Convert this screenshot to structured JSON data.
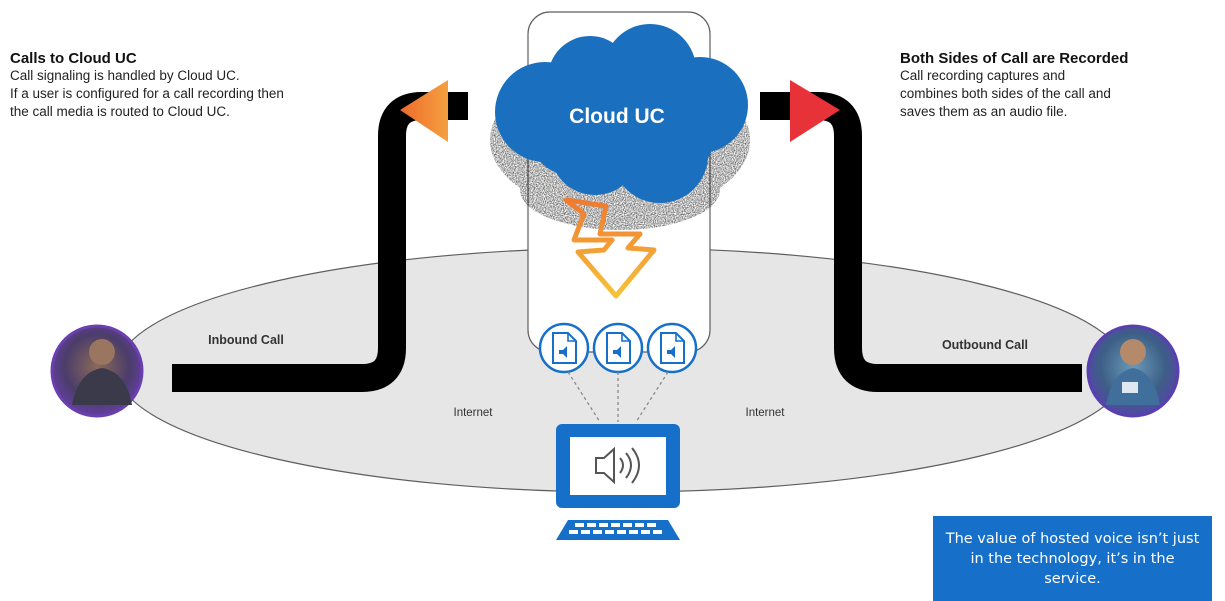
{
  "left_callout": {
    "heading": "Calls to Cloud UC",
    "lines": [
      "Call signaling is handled by Cloud UC.",
      "If a user is configured for a call recording then",
      "the call media is routed to Cloud UC."
    ]
  },
  "right_callout": {
    "heading": "Both Sides of Call are Recorded",
    "lines": [
      "Call recording captures and",
      "combines both sides of the call and",
      "saves them as an audio file."
    ]
  },
  "cloud": {
    "label": "Cloud UC"
  },
  "inbound_label": "Inbound Call",
  "outbound_label": "Outbound Call",
  "internet_left": "Internet",
  "internet_right": "Internet",
  "quote": "The value of hosted voice isn’t just in the technology, it’s in the service.",
  "colors": {
    "brand_blue": "#1670c9",
    "cloud_blue": "#1a6fbf",
    "ellipse_fill": "#e6e6e6",
    "pipe": "#000000",
    "arrow_left": "#f07a30",
    "arrow_right": "#e8323a",
    "bolt_top": "#f07a30",
    "bolt_bottom": "#f6c23a"
  },
  "icons": [
    "document-audio-icon",
    "document-audio-icon",
    "document-audio-icon",
    "speaker-icon",
    "keyboard-icon",
    "caller-avatar",
    "callee-avatar"
  ]
}
